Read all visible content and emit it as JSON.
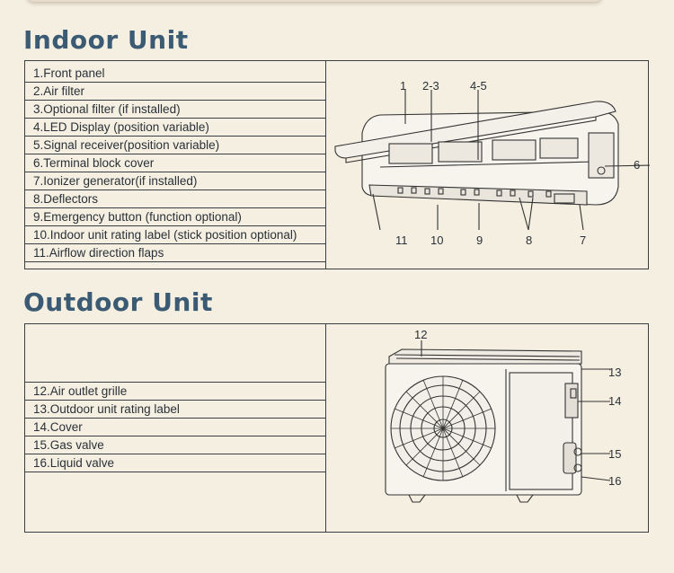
{
  "indoor": {
    "title": "Indoor Unit",
    "items": [
      "1.Front panel",
      "2.Air filter",
      "3.Optional filter (if installed)",
      "4.LED Display (position variable)",
      "5.Signal receiver(position variable)",
      "6.Terminal block cover",
      "7.Ionizer generator(if installed)",
      "8.Deflectors",
      "9.Emergency button (function optional)",
      "10.Indoor unit rating label (stick position optional)",
      "11.Airflow direction flaps"
    ],
    "callouts": [
      "1",
      "2-3",
      "4-5",
      "6",
      "11",
      "10",
      "9",
      "8",
      "7"
    ]
  },
  "outdoor": {
    "title": "Outdoor Unit",
    "items": [
      "12.Air outlet grille",
      "13.Outdoor unit rating label",
      "14.Cover",
      "15.Gas valve",
      "16.Liquid valve"
    ],
    "callouts": [
      "12",
      "13",
      "14",
      "15",
      "16"
    ]
  }
}
